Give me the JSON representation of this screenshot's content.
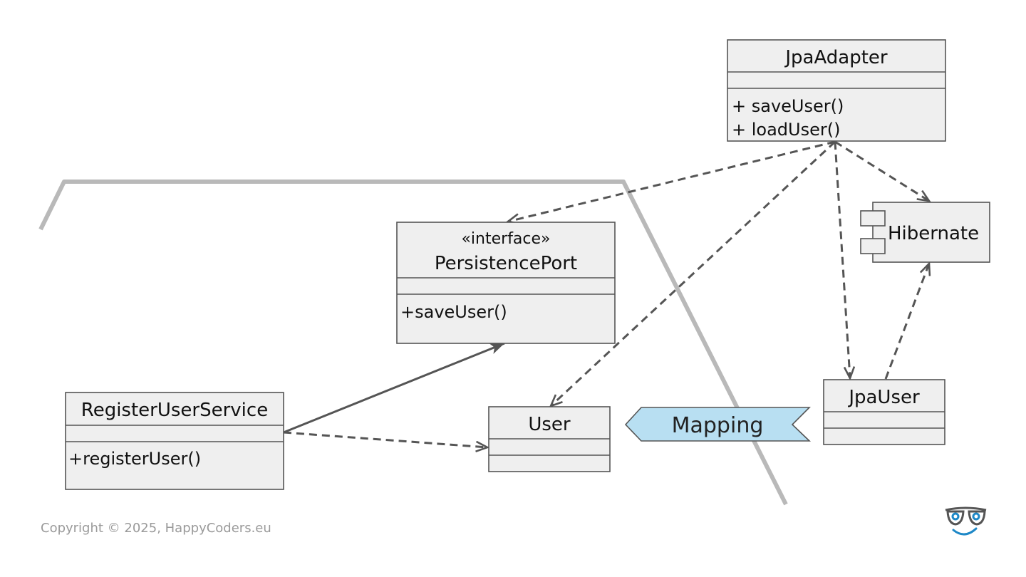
{
  "classes": {
    "jpa_adapter": {
      "name": "JpaAdapter",
      "methods": [
        "+ saveUser()",
        "+ loadUser()"
      ]
    },
    "persistence_port": {
      "stereotype": "«interface»",
      "name": "PersistencePort",
      "methods": [
        "+saveUser()"
      ]
    },
    "register_user_service": {
      "name": "RegisterUserService",
      "methods": [
        "+registerUser()"
      ]
    },
    "user": {
      "name": "User"
    },
    "jpa_user": {
      "name": "JpaUser"
    },
    "hibernate": {
      "name": "Hibernate"
    }
  },
  "mapping": {
    "label": "Mapping",
    "color": "#b8dff2"
  },
  "footer": {
    "copyright": "Copyright © 2025, HappyCoders.eu"
  },
  "logo": {
    "icon": "glasses-smiley-icon",
    "accent": "#1e88c7"
  }
}
